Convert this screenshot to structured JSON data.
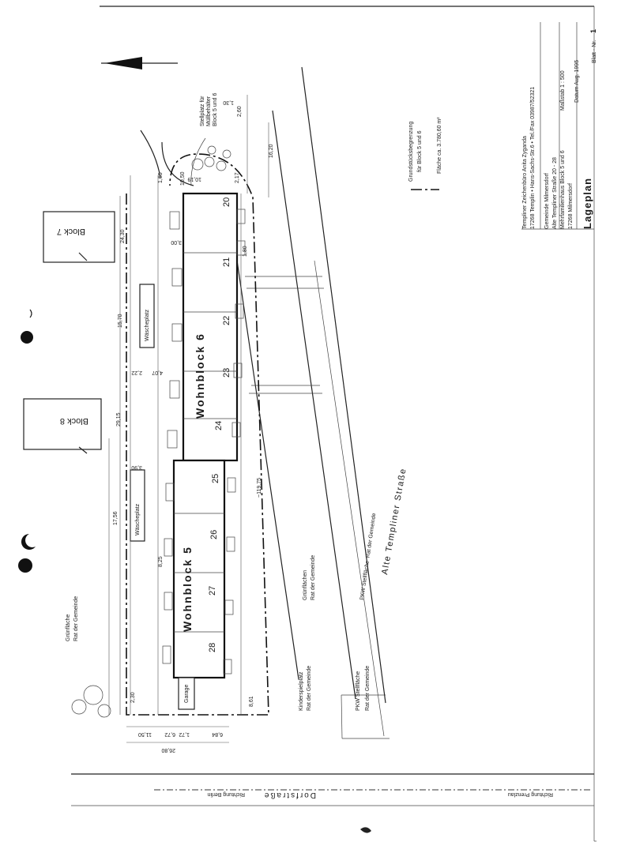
{
  "title_block": {
    "office_line1": "Templiner Zeichenbüro Anita Zyganda",
    "office_line2": "17268 Templin • Hans-Sachs-Str.6 • Tel./Fax 03987/52321",
    "project_line1": "Gemeinde Milmersdorf",
    "project_line2": "Alte Templiner Straße 20 - 28",
    "project_line3": "Mehrfamilienhaus Block 5 und 6",
    "project_line4": "17268 Milmersdorf",
    "scale": "Maßstab 1 : 500",
    "date": "Datum Aug. 1995",
    "sheet_label": "Blatt - Nr.",
    "sheet_no": "1",
    "plan_title": "Lageplan"
  },
  "legend": {
    "boundary_label_1": "Grundstücksbegrenzung",
    "boundary_label_2": "für Block 5 und 6",
    "area": "Fläche ca. 3.780,60 m²"
  },
  "buildings": {
    "block6": "Wohnblock 6",
    "block5": "Wohnblock 5",
    "block7": "Block 7",
    "block8": "Block 8",
    "garage": "Garage",
    "units": [
      "20",
      "21",
      "22",
      "23",
      "24",
      "25",
      "26",
      "27",
      "28"
    ]
  },
  "labels": {
    "waeschplatz": "Wäscheplatz",
    "muell_1": "Stellplatz für",
    "muell_2": "Müllbehälter",
    "muell_3": "Block 5 und 6",
    "gruen_1": "Grünfläche",
    "gruen_2": "Rat der Gemeinde",
    "gruenfl_1": "Grünflächen",
    "gruenfl_2": "Rat der Gemeinde",
    "kinder_1": "Kinderspielplatz",
    "kinder_2": "Rat der Gemeinde",
    "pkw1_1": "PKW Stellfläche",
    "pkw1_2": "Rat der Gemeinde",
    "pkw2_1": "PKW Stellfläche",
    "pkw2_2": "Rat der Gemeinde",
    "street": "Alte Templiner Straße",
    "dorfstrasse": "Dorfstraße",
    "richtung_berlin": "Richtung Berlin",
    "richtung_prenzlau": "Richtung Prenzlau"
  },
  "dims": {
    "d1": "26,80",
    "d2": "11,50",
    "d3": "6,72",
    "d4": "1,72",
    "d5": "6,84",
    "d6": "2,30",
    "d7": "17,56",
    "d8": "8,25",
    "d9": "29,15",
    "d10": "3,90",
    "d11": "15,70",
    "d12": "2,22",
    "d13": "4,07",
    "d14": "24,30",
    "d15": "3,00",
    "d16": "1,65",
    "d17": "10,50",
    "d18": "10,19",
    "d19": "2,60",
    "d20": "1,30",
    "d21": "16,20",
    "d22": "2,17",
    "d23": "~119,75",
    "d24": "8,61",
    "d25": "1,80"
  }
}
